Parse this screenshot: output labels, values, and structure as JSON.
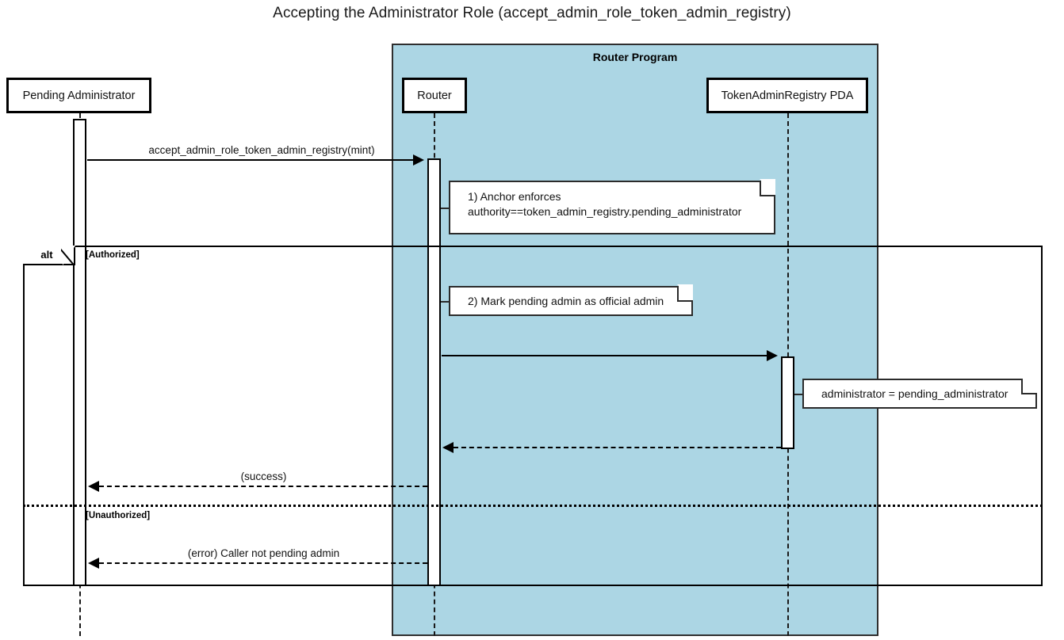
{
  "diagram": {
    "title": "Accepting the Administrator Role (accept_admin_role_token_admin_registry)",
    "type": "sequence-diagram"
  },
  "group": {
    "label": "Router Program",
    "fill_color": "#acd6e4",
    "border_color": "#2f2f2f"
  },
  "participants": [
    {
      "id": "pending-administrator",
      "label": "Pending Administrator"
    },
    {
      "id": "router",
      "label": "Router"
    },
    {
      "id": "token-admin-registry-pda",
      "label": "TokenAdminRegistry PDA"
    }
  ],
  "messages": [
    {
      "id": "call-accept",
      "label": "accept_admin_role_token_admin_registry(mint)",
      "from": "pending-administrator",
      "to": "router",
      "style": "solid",
      "direction": "right"
    },
    {
      "id": "call-mark-admin",
      "label": "",
      "from": "router",
      "to": "token-admin-registry-pda",
      "style": "solid",
      "direction": "right"
    },
    {
      "id": "return-registry",
      "label": "",
      "from": "token-admin-registry-pda",
      "to": "router",
      "style": "dashed",
      "direction": "left"
    },
    {
      "id": "return-success",
      "label": "(success)",
      "from": "router",
      "to": "pending-administrator",
      "style": "dashed",
      "direction": "left"
    },
    {
      "id": "return-error",
      "label": "(error) Caller not pending admin",
      "from": "router",
      "to": "pending-administrator",
      "style": "dashed",
      "direction": "left"
    }
  ],
  "notes": [
    {
      "id": "note-anchor-enforces",
      "line1": "1) Anchor enforces",
      "line2": "authority==token_admin_registry.pending_administrator"
    },
    {
      "id": "note-mark-admin",
      "line1": "2) Mark pending admin as official admin"
    },
    {
      "id": "note-administrator-assign",
      "line1": "administrator = pending_administrator"
    }
  ],
  "fragment": {
    "operator": "alt",
    "conditions": [
      {
        "id": "authorized",
        "label": "[Authorized]"
      },
      {
        "id": "unauthorized",
        "label": "[Unauthorized]"
      }
    ]
  }
}
